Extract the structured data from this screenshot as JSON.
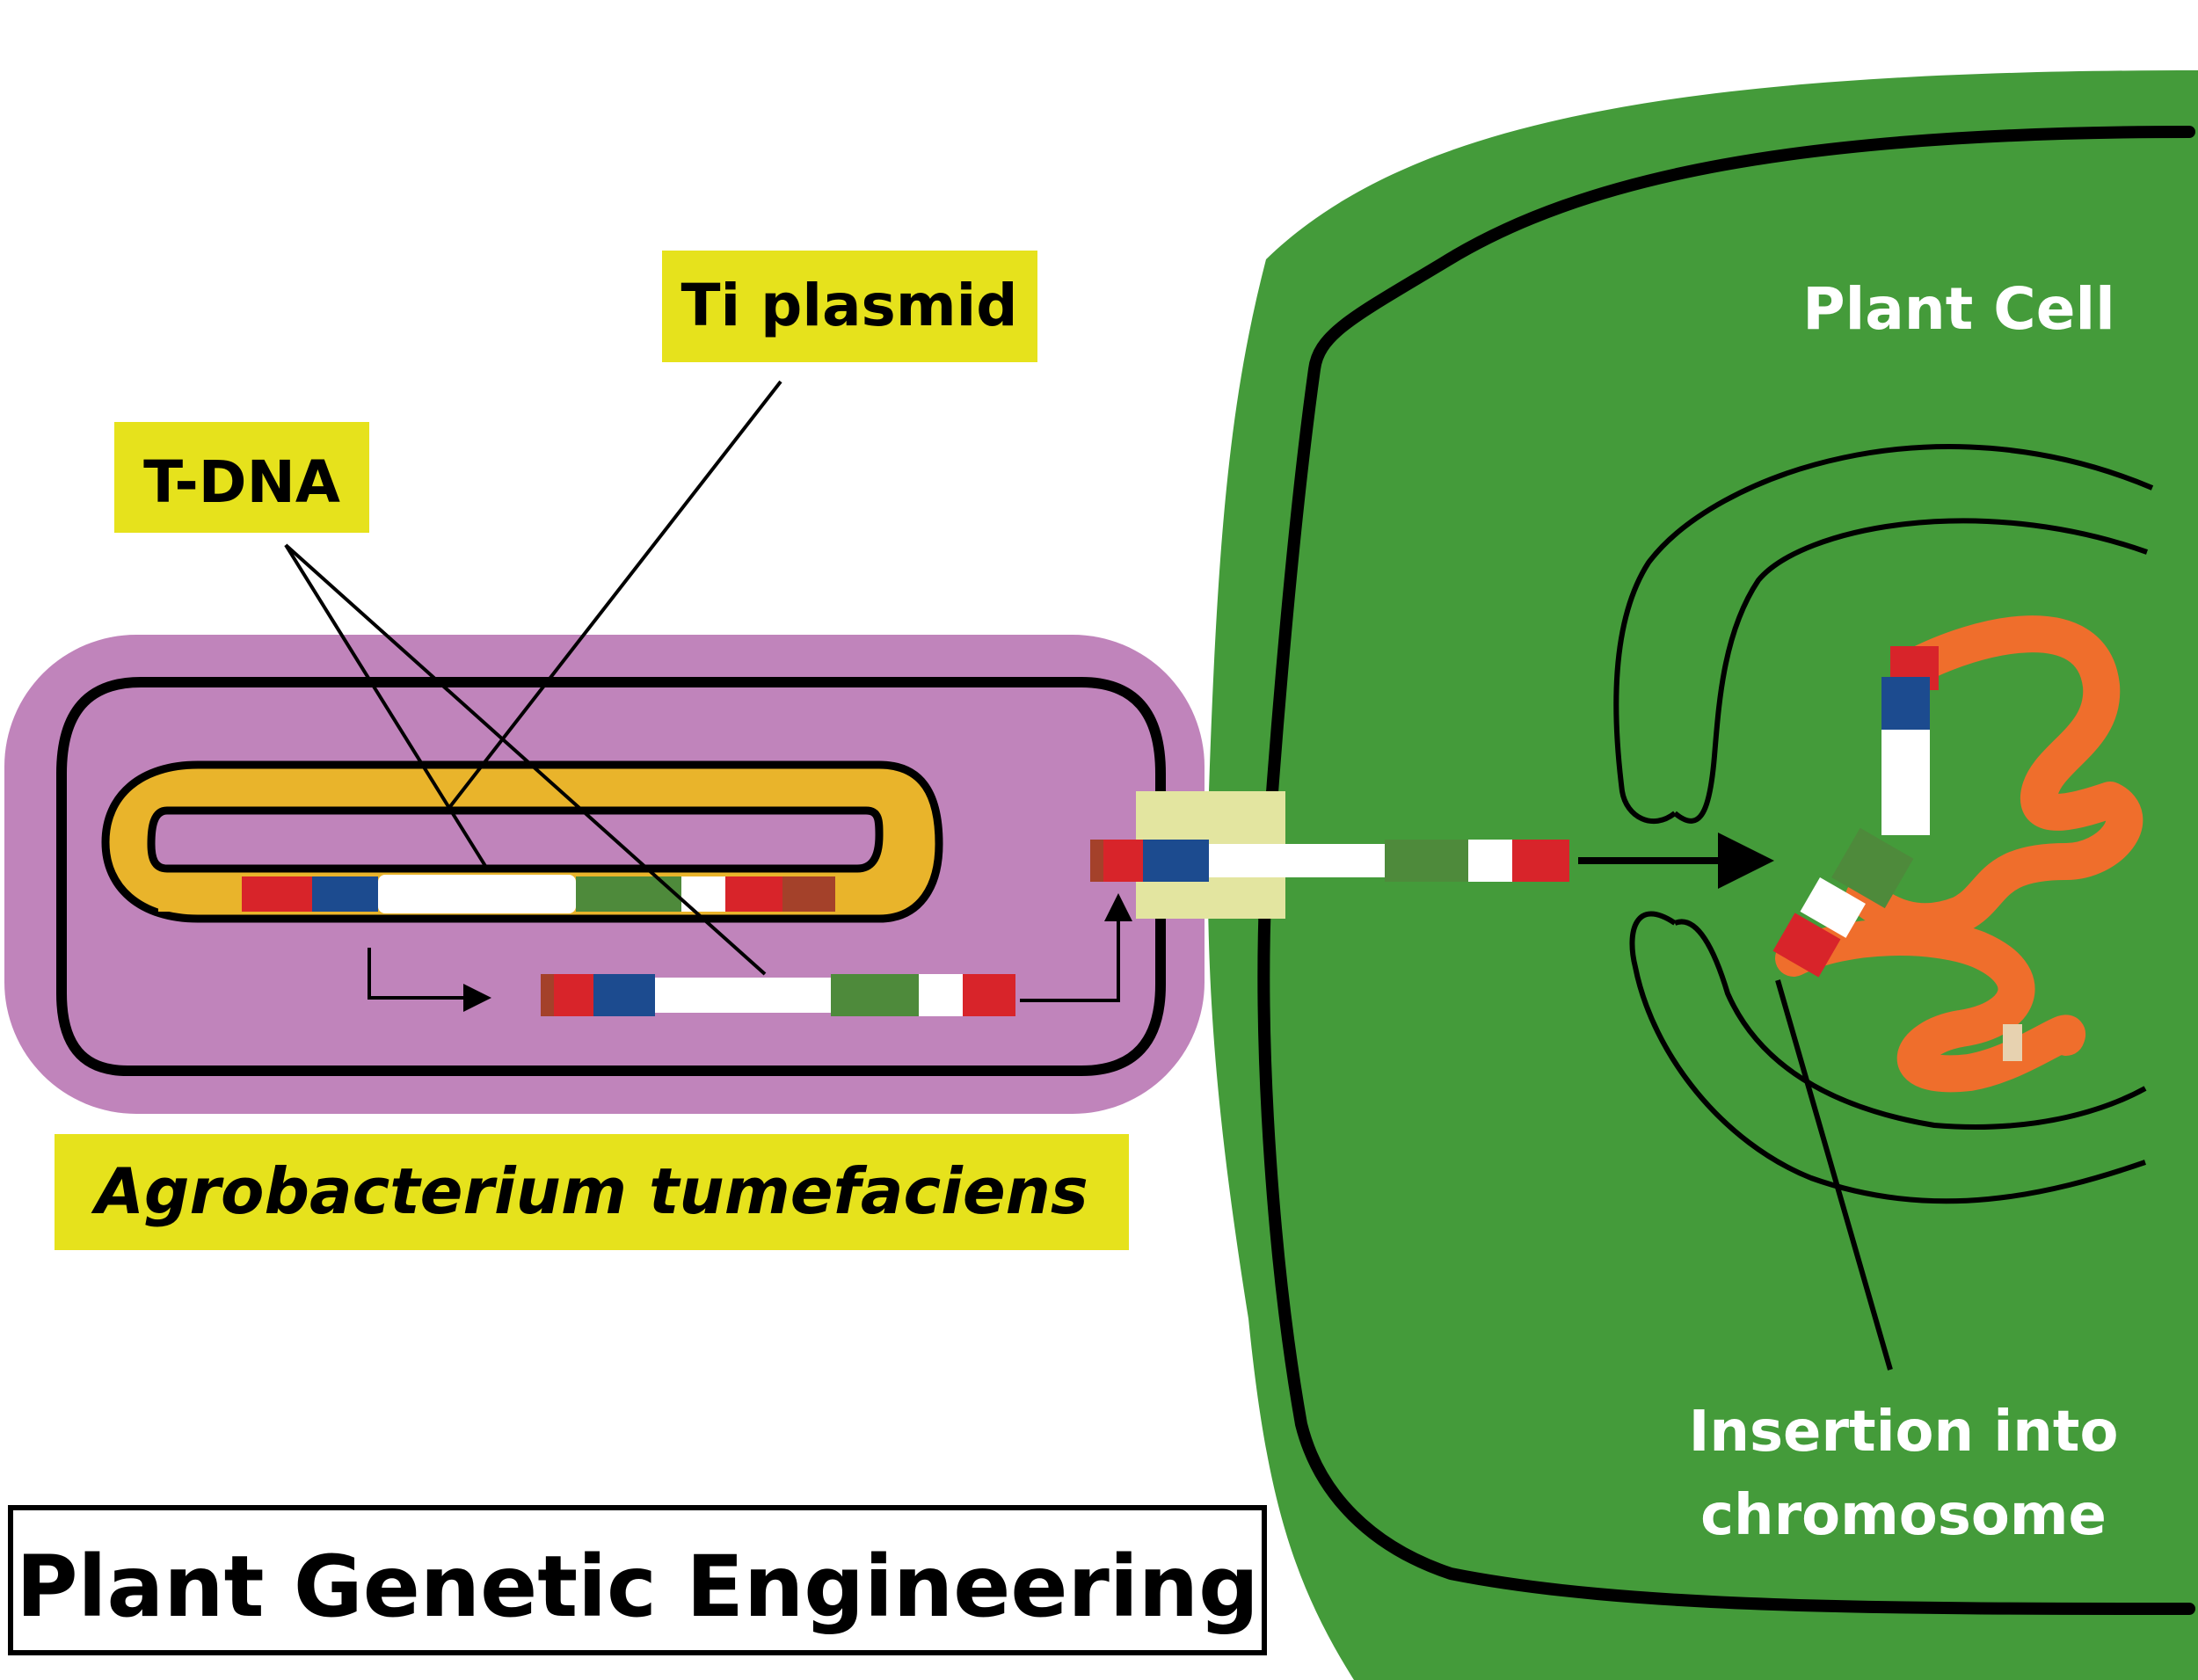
{
  "labels": {
    "ti_plasmid": "Ti plasmid",
    "t_dna": "T-DNA",
    "plant_cell": "Plant Cell",
    "organism": "Agrobacterium tumefaciens",
    "insertion_line1": "Insertion into",
    "insertion_line2": "chromosome",
    "title": "Plant Genetic Engineering"
  },
  "colors": {
    "bacterium_fill": "#c084bb",
    "plant_cell_fill": "#449b3a",
    "plasmid_fill": "#e9b42b",
    "label_highlight": "#e6e21c",
    "pilus_highlight": "#e3e5a0",
    "chromosome": "#ef6e2c",
    "dna_red": "#d8242a",
    "dna_blue": "#1c4b8f",
    "dna_white": "#ffffff",
    "dna_green": "#4e8a3b",
    "dna_brown": "#a4412a",
    "outline": "#000000"
  }
}
